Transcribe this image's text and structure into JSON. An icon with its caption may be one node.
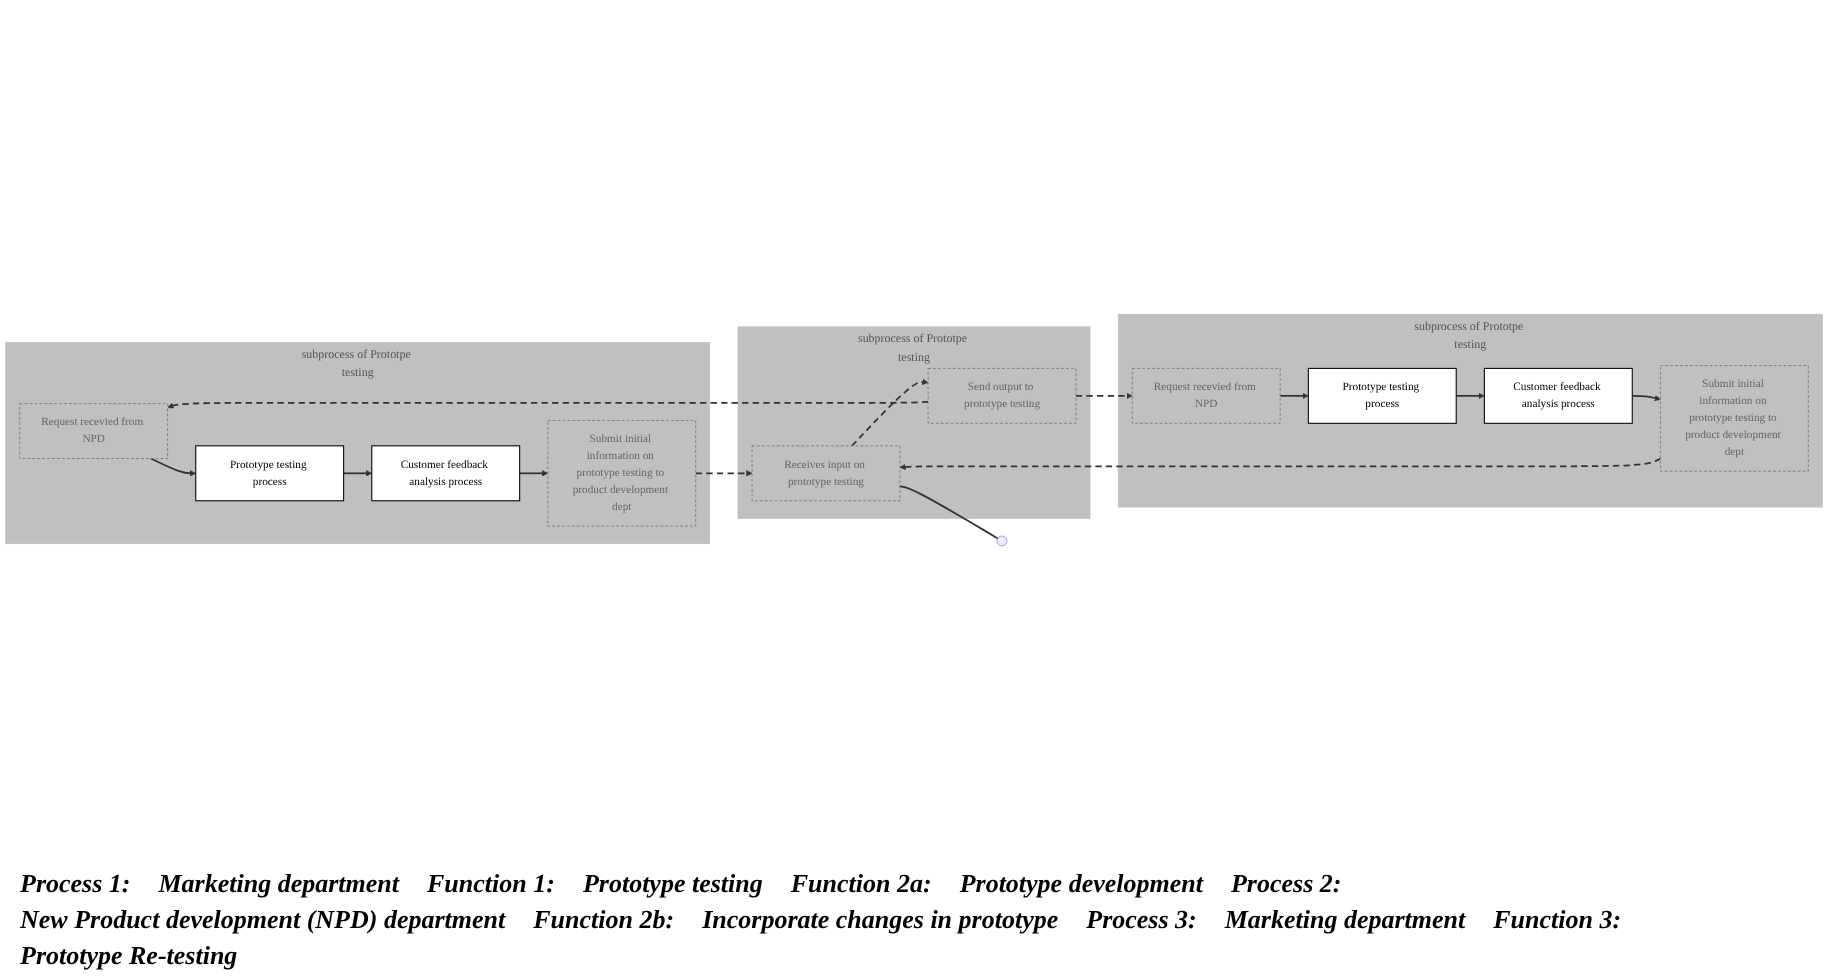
{
  "diagram": {
    "nodes": [
      {
        "text": [
          "subprocess of Prototpe testing"
        ]
      },
      {
        "text": [
          "Request recevied from NPD"
        ],
        "in": 0
      },
      {
        "text": [
          "Prototype testing process"
        ],
        "in": 0
      },
      {
        "text": [
          "Customer feedback analysis process"
        ],
        "in": 0
      },
      {
        "text": [
          "Submit initial information on prototype testing to product development dept"
        ],
        "in": 0
      },
      {
        "text": [
          "subprocess of Prototpe testing"
        ]
      },
      {
        "text": [
          "Send output to prototype testing"
        ],
        "in": 5
      },
      {
        "text": [
          "Receives input on prototype testing"
        ],
        "in": 5
      },
      {
        "text": [
          "subprocess of Prototpe testing"
        ]
      },
      {
        "text": [
          "Request recevied from NPD"
        ],
        "in": 8
      },
      {
        "text": [
          "Prototype testing process"
        ],
        "in": 8
      },
      {
        "text": [
          "Customer feedback analysis process"
        ],
        "in": 8
      },
      {
        "text": [
          "Submit initial information on prototype testing to product development dept"
        ],
        "in": 8
      }
    ],
    "edges": [
      {
        "from": 1,
        "to": 2,
        "arrow": "to"
      },
      {
        "from": 2,
        "to": 3,
        "arrow": "to"
      },
      {
        "from": 3,
        "to": 4,
        "arrow": "to"
      },
      {
        "from": 4,
        "to": 7,
        "arrow": "to",
        "style": "dashed"
      },
      {
        "from": 7,
        "to": 6,
        "arrow": "to",
        "style": "dashed"
      },
      {
        "from": 6,
        "to": 1,
        "arrow": "to",
        "style": "dashed"
      },
      {
        "from": 6,
        "to": 9,
        "arrow": "to",
        "style": "dashed"
      },
      {
        "from": 9,
        "to": 10,
        "arrow": "to"
      },
      {
        "from": 10,
        "to": 11,
        "arrow": "to"
      },
      {
        "from": 11,
        "to": 12,
        "arrow": "to"
      },
      {
        "from": 12,
        "to": 7,
        "arrow": "to",
        "style": "dashed"
      },
      {
        "from": 7,
        "to": null,
        "arrow": "none"
      }
    ],
    "labels": [
      "Process 1:",
      "Marketing department",
      "Function 1:",
      "Prototype testing",
      "Function 2a:",
      "Prototype development",
      "Process 2:",
      "New Product development (NPD) department",
      "Function 2b:",
      "Incorporate changes in prototype",
      "Process 3:",
      "Marketing department",
      "Function 3:",
      "Prototype Re-testing"
    ]
  }
}
